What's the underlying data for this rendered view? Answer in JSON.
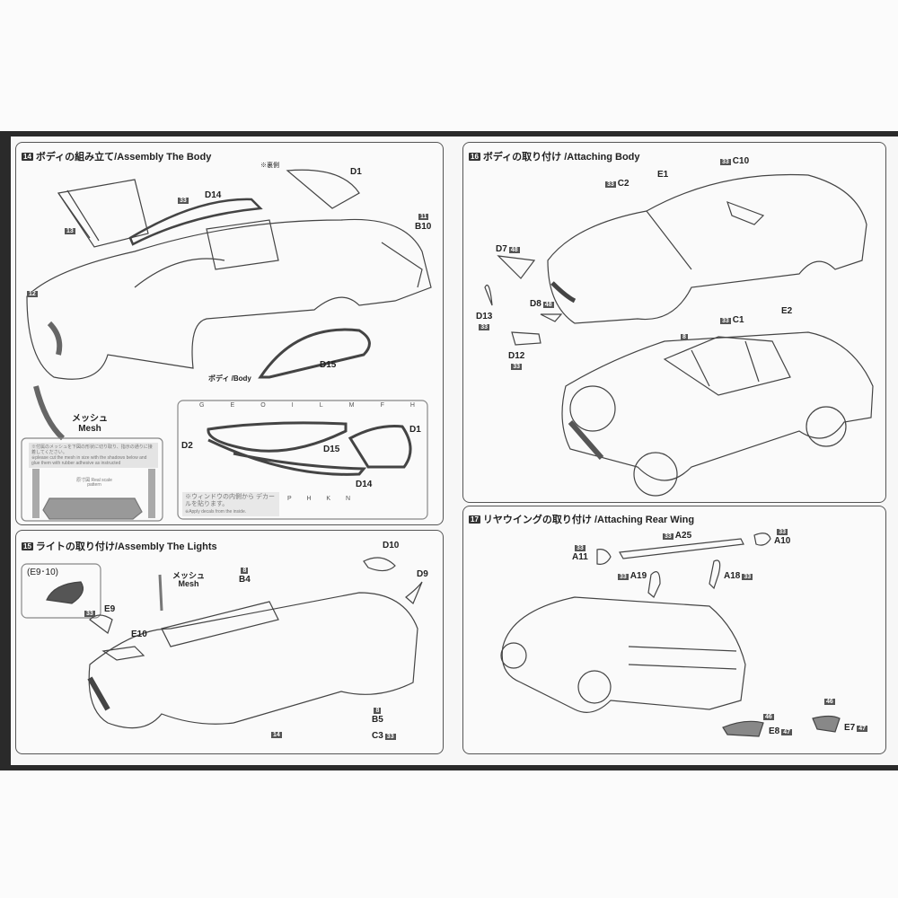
{
  "step14": {
    "number": "14",
    "title": "ボディの組み立て/Assembly The Body",
    "labels": {
      "d14": "D14",
      "d1": "D1",
      "b10": "B10",
      "d15": "D15",
      "d2": "D2",
      "body": "ボディ /Body",
      "mesh_jp": "メッシュ",
      "mesh_en": "Mesh",
      "back_side": "※裏側"
    },
    "boxes": {
      "n13": "13",
      "n12": "12",
      "n33": "33",
      "n11": "11"
    },
    "window_letters_top": [
      "G",
      "E",
      "O",
      "I",
      "L",
      "M",
      "F",
      "H"
    ],
    "window_letters_bottom": [
      "P",
      "H",
      "K",
      "N"
    ],
    "window_labels": {
      "d1": "D1",
      "d2": "D2",
      "d15": "D15",
      "d14": "D14"
    },
    "window_note_jp": "※ウィンドウの内側から デカールを貼ります。",
    "window_note_en": "※Apply decals from the inside.",
    "mesh_note_jp": "※付属のメッシュを下図の形状に切り取り、指示の通りに接着してください。",
    "mesh_note_en": "※please cut the mesh in size with the shadows below and glue them with rubber adhesive as instructed",
    "mesh_scale": "原寸図 Real scale pattern"
  },
  "step15": {
    "number": "15",
    "title": "ライトの取り付け/Assembly The Lights",
    "inset": "(E9･10)",
    "labels": {
      "d10": "D10",
      "d9": "D9",
      "b4": "B4",
      "mesh_jp": "メッシュ",
      "mesh_en": "Mesh",
      "e9": "E9",
      "e10": "E10",
      "b5": "B5",
      "c3": "C3"
    },
    "boxes": {
      "b4": "8",
      "b5": "8",
      "c3": "33",
      "body": "14",
      "inset": "33"
    }
  },
  "step16": {
    "number": "16",
    "title": "ボディの取り付け /Attaching Body",
    "labels": {
      "c10": "C10",
      "c2": "C2",
      "e1": "E1",
      "d7": "D7",
      "d8": "D8",
      "d13": "D13",
      "d12": "D12",
      "c1": "C1",
      "e2": "E2"
    },
    "boxes": {
      "c10": "33",
      "c2": "33",
      "d7": "48",
      "d8": "48",
      "d13": "33",
      "d12": "33",
      "c1": "33",
      "chassis": "8"
    }
  },
  "step17": {
    "number": "17",
    "title": "リヤウイングの取り付け /Attaching Rear Wing",
    "labels": {
      "a25": "A25",
      "a10": "A10",
      "a11": "A11",
      "a19": "A19",
      "a18": "A18",
      "e8": "E8",
      "e7": "E7"
    },
    "boxes": {
      "a25": "33",
      "a10": "33",
      "a11": "33",
      "a19": "33",
      "a18": "33",
      "e8": "47",
      "e7": "47",
      "e8b": "46",
      "e7b": "46"
    }
  }
}
